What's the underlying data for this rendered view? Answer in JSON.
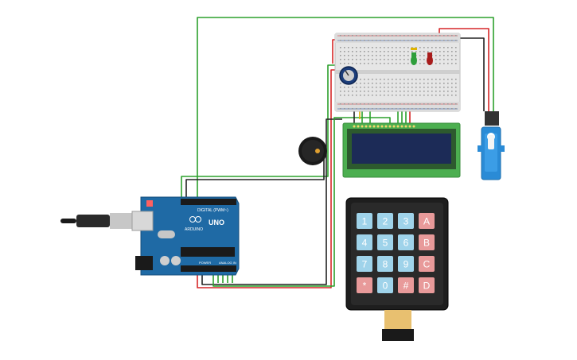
{
  "arduino": {
    "board_model": "UNO",
    "brand": "ARDUINO",
    "digital_header_label": "DIGITAL (PWM~)",
    "analog_header_label": "ANALOG IN",
    "power_header_label": "POWER",
    "color": "#1f6aa5"
  },
  "keypad": {
    "keys": [
      [
        "1",
        "2",
        "3",
        "A"
      ],
      [
        "4",
        "5",
        "6",
        "B"
      ],
      [
        "7",
        "8",
        "9",
        "C"
      ],
      [
        "*",
        "0",
        "#",
        "D"
      ]
    ],
    "number_key_color": "#9fd3ea",
    "letter_key_color": "#e89a9a"
  },
  "lcd": {
    "screen_color": "#1c2b57",
    "board_color": "#4caf50"
  },
  "breadboard": {
    "color": "#e6e6e6"
  },
  "leds": [
    {
      "name": "green-led",
      "color": "#2e9e3b"
    },
    {
      "name": "red-led",
      "color": "#a81c1c"
    }
  ],
  "wire_colors": {
    "green": "#2ca02c",
    "red": "#d62728",
    "black": "#222222",
    "yellow": "#e0b400"
  }
}
